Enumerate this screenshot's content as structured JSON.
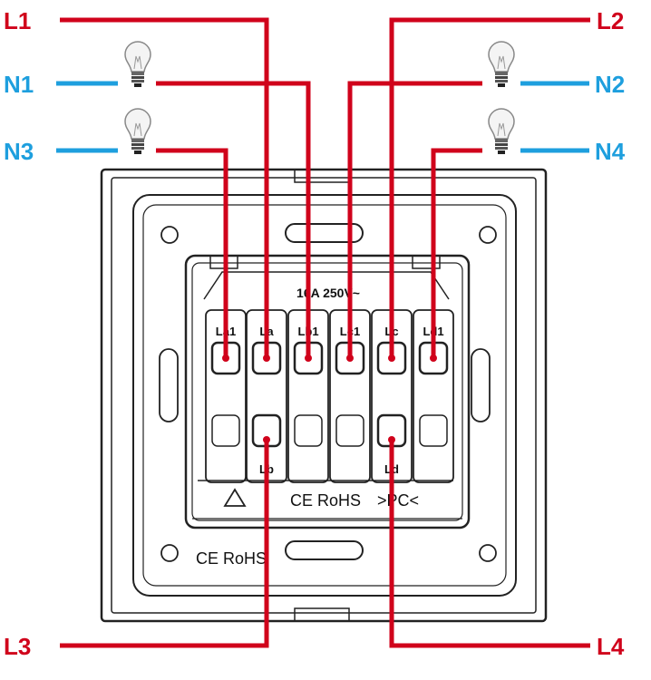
{
  "colors": {
    "live": "#d0021b",
    "neutral": "#1e9fde",
    "outline": "#222222"
  },
  "labels": {
    "l1": "L1",
    "l2": "L2",
    "l3": "L3",
    "l4": "L4",
    "n1": "N1",
    "n2": "N2",
    "n3": "N3",
    "n4": "N4"
  },
  "rating": "16A 250V~",
  "terminals": [
    "La1",
    "La",
    "Lb1",
    "Lc1",
    "Lc",
    "Ld1",
    "Lb",
    "Ld"
  ],
  "markings": {
    "module": "CE RoHS",
    "plate": "CE RoHS",
    "material": ">PC<"
  },
  "icons": {
    "bulb": "light-bulb-icon",
    "recycle": "recycle-icon"
  }
}
